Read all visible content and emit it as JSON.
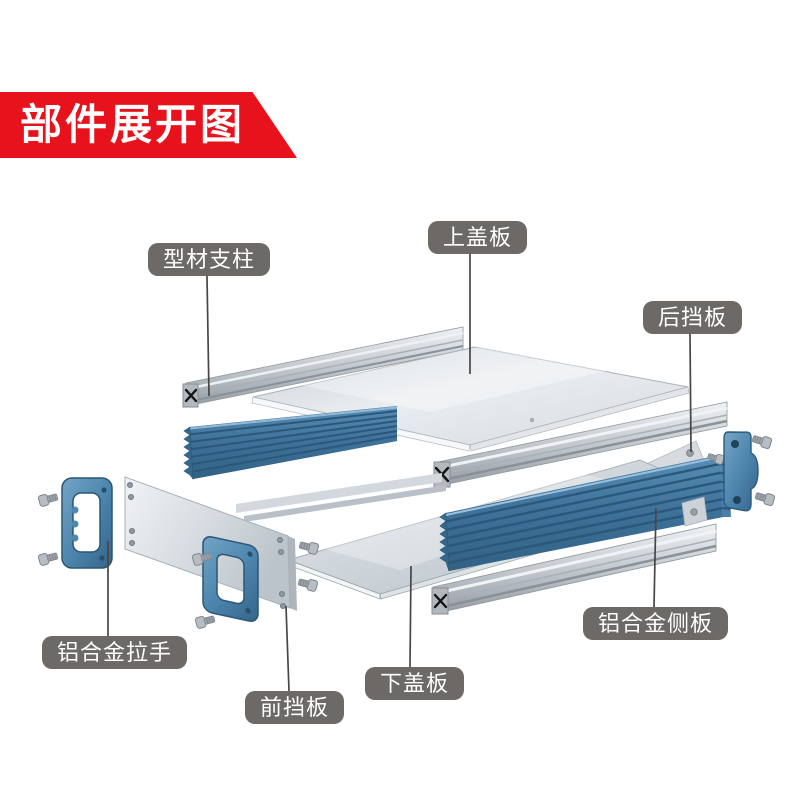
{
  "banner": {
    "title": "部件展开图"
  },
  "callouts": [
    {
      "id": "profile-pillar",
      "text": "型材支柱"
    },
    {
      "id": "top-cover",
      "text": "上盖板"
    },
    {
      "id": "rear-baffle",
      "text": "后挡板"
    },
    {
      "id": "aluminum-side-panel",
      "text": "铝合金侧板"
    },
    {
      "id": "aluminum-handle",
      "text": "铝合金拉手"
    },
    {
      "id": "front-baffle",
      "text": "前挡板"
    },
    {
      "id": "bottom-cover",
      "text": "下盖板"
    }
  ],
  "colors": {
    "banner_red": "#e8121d",
    "label_bg": "#6c6966",
    "label_text": "#ffffff",
    "leader_line": "#474747",
    "metal_silver": "#ccd2d8",
    "anodized_blue": "#41749c",
    "handle_blue": "#4d86ae"
  }
}
